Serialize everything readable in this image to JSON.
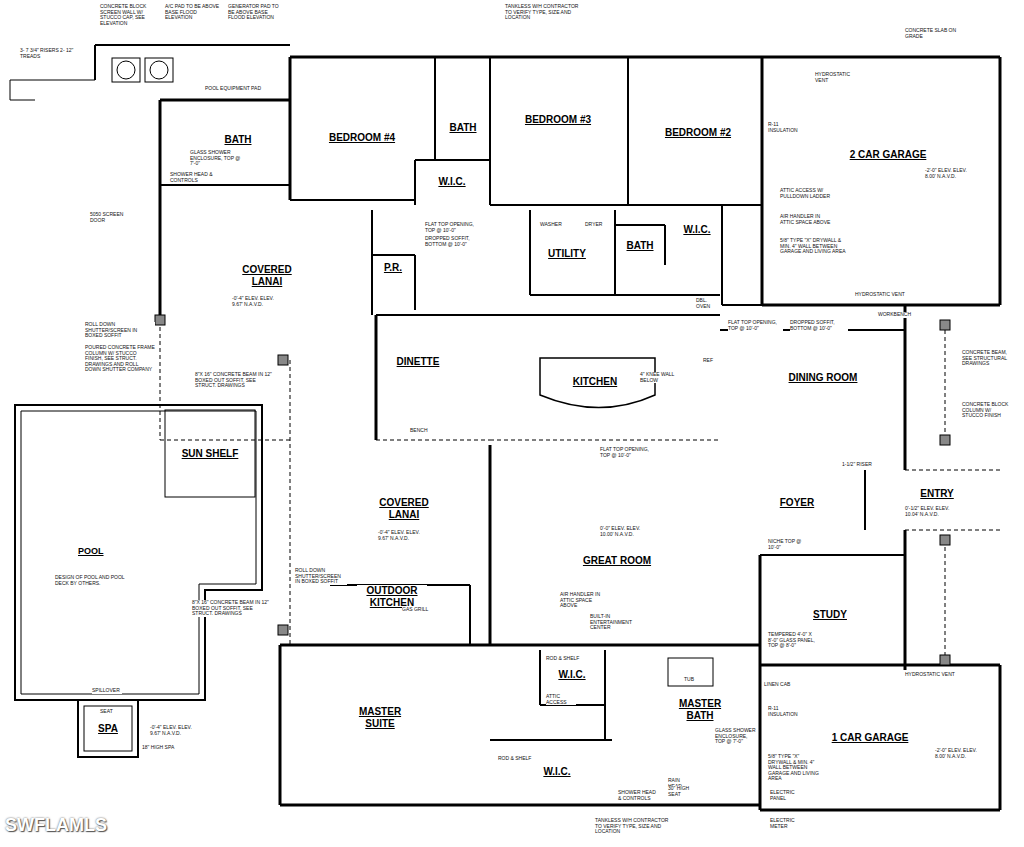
{
  "diagram": {
    "nodes": [
      {
        "text": [
          "BATH"
        ]
      },
      {
        "text": [
          "BEDROOM #4"
        ]
      },
      {
        "text": [
          "BATH"
        ]
      },
      {
        "text": [
          "BEDROOM #3"
        ]
      },
      {
        "text": [
          "BEDROOM #2"
        ]
      },
      {
        "text": [
          "2 CAR GARAGE"
        ]
      },
      {
        "text": [
          "W.I.C."
        ]
      },
      {
        "text": [
          "UTILITY"
        ]
      },
      {
        "text": [
          "BATH"
        ]
      },
      {
        "text": [
          "W.I.C."
        ]
      },
      {
        "text": [
          "P.R."
        ]
      },
      {
        "text": [
          "COVERED LANAI"
        ]
      },
      {
        "text": [
          "DINETTE"
        ]
      },
      {
        "text": [
          "KITCHEN"
        ]
      },
      {
        "text": [
          "DINING ROOM"
        ]
      },
      {
        "text": [
          "POOL"
        ]
      },
      {
        "text": [
          "SUN SHELF"
        ],
        "in": 15
      },
      {
        "text": [
          "SPA"
        ]
      },
      {
        "text": [
          "COVERED LANAI"
        ]
      },
      {
        "text": [
          "FOYER"
        ]
      },
      {
        "text": [
          "ENTRY"
        ]
      },
      {
        "text": [
          "GREAT ROOM"
        ]
      },
      {
        "text": [
          "OUTDOOR KITCHEN"
        ]
      },
      {
        "text": [
          "STUDY"
        ]
      },
      {
        "text": [
          "MASTER SUITE"
        ]
      },
      {
        "text": [
          "W.I.C."
        ]
      },
      {
        "text": [
          "MASTER BATH"
        ]
      },
      {
        "text": [
          "W.I.C."
        ]
      },
      {
        "text": [
          "1 CAR GARAGE"
        ]
      }
    ],
    "labels": [
      "3- 7 3/4\" RISERS 2- 12\" TREADS",
      "CONCRETE BLOCK SCREEN WALL W/ STUCCO CAP, SEE ELEVATION",
      "A/C PAD TO BE ABOVE BASE FLOOD ELEVATION",
      "GENERATOR PAD TO BE ABOVE BASE FLOOD ELEVATION",
      "POOL EQUIPMENT PAD",
      "TANKLESS W/H CONTRACTOR TO VERIFY TYPE, SIZE AND LOCATION",
      "CONCRETE SLAB ON GRADE",
      "HYDROSTATIC VENT",
      "GLASS SHOWER ENCLOSURE, TOP @ 7'-0\"",
      "SHOWER HEAD & CONTROLS",
      "5050 SCREEN DOOR",
      "-0'-4\" ELEV. ELEV. 9.67' N.A.V.D.",
      "R-11 INSULATION",
      "ATTIC ACCESS W/ PULLDOWN LADDER",
      "AIR HANDLER IN ATTIC SPACE ABOVE",
      "5/8\" TYPE \"X\" DRYWALL & MIN. 4\" WALL BETWEEN GARAGE AND LIVING AREA",
      "-2'-0\" ELEV. ELEV. 8.00' N.A.V.D.",
      "WORKBENCH",
      "HYDROSTATIC VENT",
      "ROLL DOWN SHUTTER/SCREEN IN BOXED SOFFIT",
      "POURED CONCRETE FRAME COLUMN W/ STUCCO FINISH, SEE STRUCT. DRAWINGS AND ROLL DOWN SHUTTER COMPANY",
      "8\"X 16\" CONCRETE BEAM IN 12\" BOXED OUT SOFFIT, SEE STRUCT. DRAWINGS",
      "FLAT TOP OPENING, TOP @ 10'-0\"",
      "DROPPED SOFFIT, BOTTOM @ 10'-0\"",
      "DBL. OVEN",
      "REF",
      "4\" KNEE WALL BELOW",
      "BENCH",
      "FLAT TOP OPENING, TOP @ 10'-0\"",
      "DROPPED SOFFIT, BOTTOM @ 10'-0\"",
      "FLAT TOP OPENING, TOP @ 10'-0\"",
      "1-1/2\" RISER",
      "0'-1/2\" ELEV. ELEV. 10.04' N.A.V.D.",
      "0'-0\" ELEV. ELEV. 10.00' N.A.V.D.",
      "CONCRETE BLOCK COLUMN W/ STUCCO FINISH",
      "CONCRETE BEAM, SEE STRUCTURAL DRAWINGS",
      "NICHE TOP @ 10'-0\"",
      "-0'-4\" ELEV. ELEV. 9.67' N.A.V.D.",
      "DESIGN OF POOL AND POOL DECK BY OTHERS.",
      "ROLL DOWN SHUTTER/SCREEN IN BOXED SOFFIT",
      "8\"X 16\" CONCRETE BEAM IN 12\" BOXED OUT SOFFIT, SEE STRUCT. DRAWINGS",
      "GAS GRILL",
      "AIR HANDLER IN ATTIC SPACE ABOVE",
      "BUILT-IN ENTERTAINMENT CENTER",
      "TEMPERED 4'-0\" X 8'-0\" GLASS PANEL, TOP @ 8'-0\"",
      "SPILLOVER",
      "SEAT",
      "18\" HIGH SPA",
      "-0'-4\" ELEV. ELEV. 9.67' N.A.V.D.",
      "TUB",
      "LINEN CAB",
      "GLASS SHOWER ENCLOSURE, TOP @ 7'-0\"",
      "RAIN HEAD",
      "30\" HIGH SEAT",
      "SHOWER HEAD & CONTROLS",
      "TANKLESS W/H CONTRACTOR TO VERIFY TYPE, SIZE AND LOCATION",
      "ELECTRIC PANEL",
      "ELECTRIC METER",
      "-2'-0\" ELEV. ELEV. 8.00' N.A.V.D.",
      "R-11 INSULATION",
      "5/8\" TYPE \"X\" DRYWALL & MIN. 4\" WALL BETWEEN GARAGE AND LIVING AREA",
      "HYDROSTATIC VENT",
      "ROD & SHELF",
      "ROD & SHELF",
      "ATTIC ACCESS",
      "SWFLAMLS",
      "WASHER",
      "DRYER"
    ]
  }
}
